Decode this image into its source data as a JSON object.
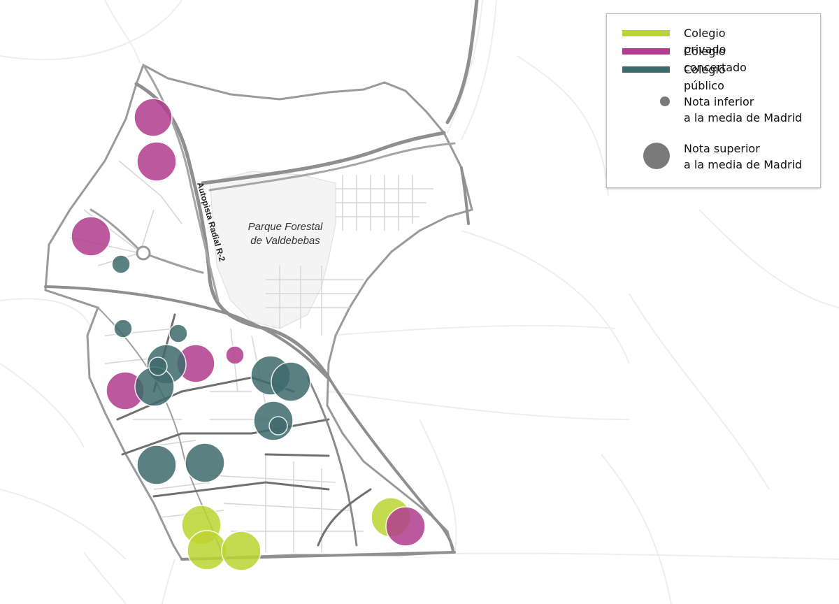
{
  "colors": {
    "privado": "#bcd531",
    "concertado": "#b13d8e",
    "publico": "#3f6a6d",
    "size_dot": "#7a7a7a",
    "road_major": "#8f8f8f",
    "road_minor": "#cfcfcf",
    "area_fill": "#ffffff",
    "area_outline": "#9a9a9a",
    "background_street": "#eeeeee"
  },
  "map": {
    "park_label_line1": "Parque Forestal",
    "park_label_line2": "de Valdebebas",
    "road_label": "Autopista Radial R-2"
  },
  "legend": {
    "items": [
      {
        "label": "Colegio privado",
        "type": "privado"
      },
      {
        "label": "Colegio concertado",
        "type": "concertado"
      },
      {
        "label": "Colegio público",
        "type": "publico"
      }
    ],
    "size_small_label": "Nota inferior\na la media de Madrid",
    "size_large_label": "Nota superior\na la media de Madrid"
  },
  "schools": [
    {
      "type": "concertado",
      "level": "superior"
    },
    {
      "type": "concertado",
      "level": "superior"
    },
    {
      "type": "concertado",
      "level": "superior"
    },
    {
      "type": "publico",
      "level": "inferior"
    },
    {
      "type": "publico",
      "level": "inferior"
    },
    {
      "type": "publico",
      "level": "inferior"
    },
    {
      "type": "concertado",
      "level": "inferior"
    },
    {
      "type": "concertado",
      "level": "superior"
    },
    {
      "type": "concertado",
      "level": "superior"
    },
    {
      "type": "publico",
      "level": "superior"
    },
    {
      "type": "publico",
      "level": "superior"
    },
    {
      "type": "publico",
      "level": "inferior"
    },
    {
      "type": "publico",
      "level": "superior"
    },
    {
      "type": "publico",
      "level": "superior"
    },
    {
      "type": "publico",
      "level": "superior"
    },
    {
      "type": "publico",
      "level": "inferior"
    },
    {
      "type": "publico",
      "level": "superior"
    },
    {
      "type": "publico",
      "level": "superior"
    },
    {
      "type": "privado",
      "level": "superior"
    },
    {
      "type": "privado",
      "level": "superior"
    },
    {
      "type": "privado",
      "level": "superior"
    },
    {
      "type": "privado",
      "level": "superior"
    },
    {
      "type": "concertado",
      "level": "superior"
    }
  ]
}
